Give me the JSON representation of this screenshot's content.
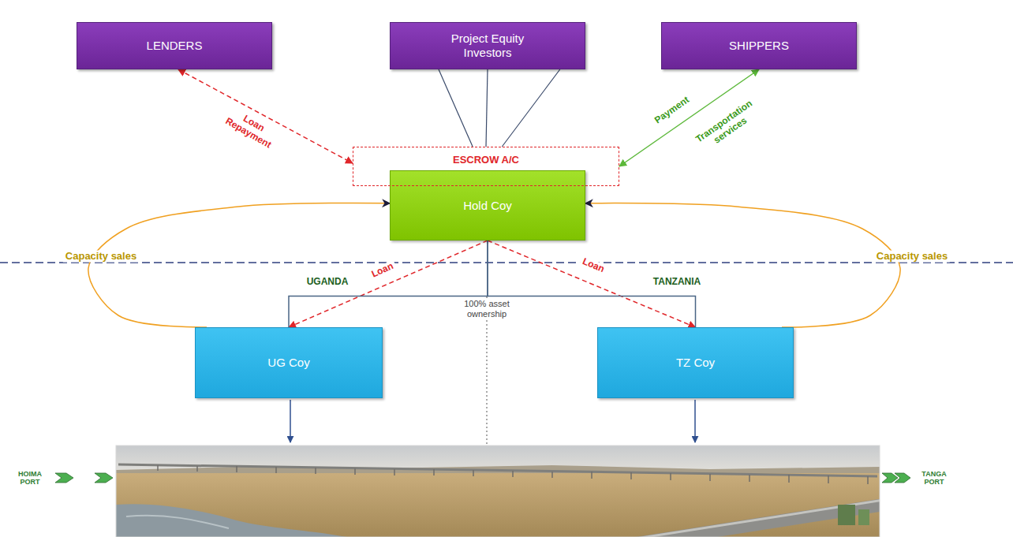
{
  "diagram": {
    "nodes": [
      {
        "text": [
          "LENDERS"
        ]
      },
      {
        "text": [
          "Project Equity Investors"
        ]
      },
      {
        "text": [
          "SHIPPERS"
        ]
      },
      {
        "text": [
          "ESCROW A/C"
        ]
      },
      {
        "text": [
          "Hold Coy"
        ]
      },
      {
        "text": [
          "UG Coy"
        ]
      },
      {
        "text": [
          "TZ Coy"
        ]
      }
    ],
    "edges": [
      {
        "from": 0,
        "to": 3,
        "arrow": "both",
        "label": "Loan Repayment"
      },
      {
        "from": 1,
        "to": 3,
        "arrow": "none"
      },
      {
        "from": 1,
        "to": 3,
        "arrow": "none"
      },
      {
        "from": 1,
        "to": 3,
        "arrow": "none"
      },
      {
        "from": 2,
        "to": 3,
        "arrow": "both",
        "label": "Payment"
      },
      {
        "from": 4,
        "to": 5,
        "arrow": "to",
        "label": "Loan"
      },
      {
        "from": 4,
        "to": 6,
        "arrow": "to",
        "label": "Loan"
      },
      {
        "from": 4,
        "to": 5,
        "arrow": "none",
        "label": "100% asset ownership"
      },
      {
        "from": 4,
        "to": 6,
        "arrow": "none"
      },
      {
        "from": 5,
        "to": 4,
        "arrow": "to",
        "label": "Capacity sales"
      },
      {
        "from": 6,
        "to": 4,
        "arrow": "to",
        "label": "Capacity sales"
      }
    ],
    "labels": [
      "Transportation services",
      "UGANDA",
      "TANZANIA",
      "HOIMA PORT",
      "TANGA PORT"
    ]
  }
}
